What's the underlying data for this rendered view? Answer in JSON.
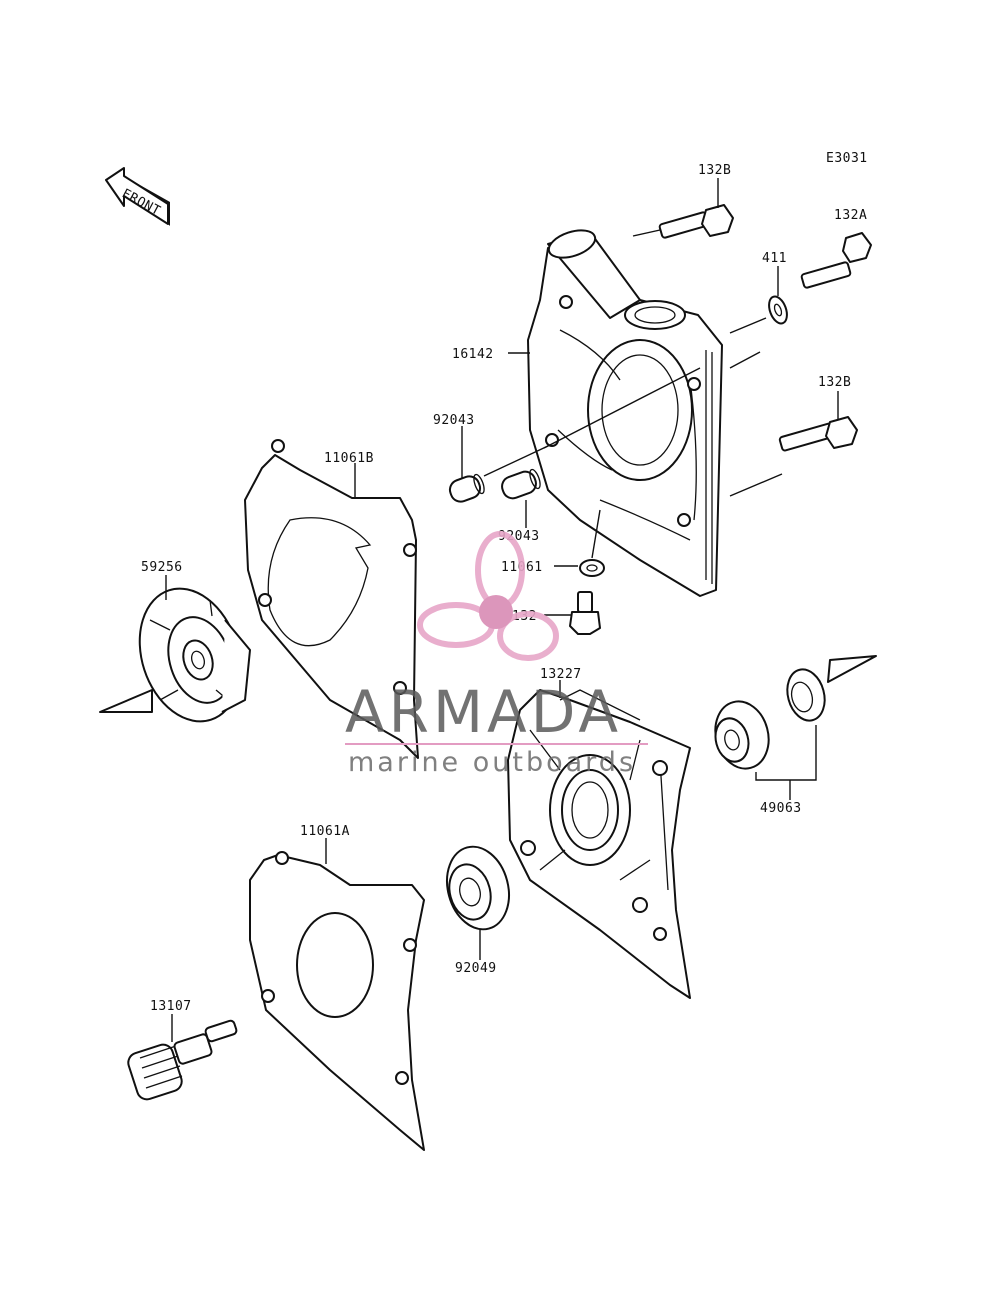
{
  "diagram": {
    "code": "E3031",
    "front_label": "FRONT",
    "part_labels": {
      "p132B_top": "132B",
      "p132A": "132A",
      "p411": "411",
      "p16142": "16142",
      "p132B_mid": "132B",
      "p92043_a": "92043",
      "p92043_b": "92043",
      "p11061B": "11061B",
      "p59256": "59256",
      "p11061": "11061",
      "p132": "132",
      "p13227": "13227",
      "p49063": "49063",
      "p11061A": "11061A",
      "p92049": "92049",
      "p13107": "13107"
    }
  },
  "watermark": {
    "brand": "ARMADA",
    "tagline": "marine outboards",
    "colors": {
      "propeller": "#e7a6c8",
      "hub": "#d98bb4",
      "text": "#5a5a5a",
      "rule": "#e39cc2"
    }
  }
}
